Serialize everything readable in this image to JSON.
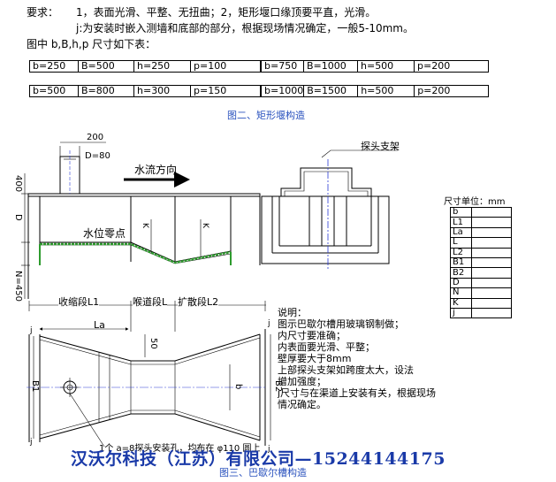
{
  "requirements": {
    "label": "要求：",
    "line1": "1，表面光滑、平整、无扭曲；2，矩形堰口缘顶要平直，光滑。",
    "line2": "j:为安装时嵌入测墙和底部的部分，根据现场情况确定，一般5-10mm。",
    "dims_intro": "图中 b,B,h,p 尺寸如下表："
  },
  "weir_tables": [
    {
      "rows": [
        [
          "b=250",
          "B=500",
          "h=250",
          "p=100"
        ],
        [
          "b=500",
          "B=800",
          "h=300",
          "p=150"
        ]
      ]
    },
    {
      "rows": [
        [
          "b=750",
          "B=1000",
          "h=500",
          "p=200"
        ],
        [
          "b=1000",
          "B=1500",
          "h=500",
          "p=200"
        ]
      ]
    }
  ],
  "fig2_caption": "图二、矩形堰构造",
  "side_view": {
    "dim_200": "200",
    "dim_D80": "D=80",
    "flow_label": "水流方向",
    "zero_label": "水位零点",
    "dim_400": "400",
    "dim_D": "D",
    "dim_N450": "N=450",
    "k_left": "K",
    "k_right": "K"
  },
  "probe_label": "探头支架",
  "plan_view": {
    "L1": "收缩段L1",
    "L": "喉道段L",
    "L2": "扩散段L2",
    "La": "La",
    "d50": "50",
    "B1": "B1",
    "B2": "B2",
    "b": "b",
    "j_top": "j",
    "j_bottom": "j",
    "j_right_top": "j",
    "j_right_bottom": "j",
    "hole_note": "1个 a=8探头安装孔，均布在 φ110 圆上"
  },
  "notes": {
    "title": "说明：",
    "lines": [
      "图示巴歇尔槽用玻璃钢制做；",
      "内尺寸要准确；",
      "内表面要光滑、平整；",
      "壁厚要大于8mm",
      "上部探头支架如跨度太大，设法",
      "增加强度；",
      "j尺寸与在渠道上安装有关，根据现场",
      "情况确定。"
    ]
  },
  "dimension_table": {
    "title": "尺寸单位：mm",
    "keys": [
      "b",
      "L1",
      "La",
      "L",
      "L2",
      "B1",
      "B2",
      "D",
      "N",
      "K",
      "j"
    ]
  },
  "fig3_caption": "图三、巴歇尔槽构造",
  "banner": "汉沃尔科技（江苏）有限公司—15244144175",
  "colors": {
    "caption": "#2a52be",
    "banner": "#1a3aa8",
    "water_line": "#2e9b2e",
    "center_line": "#2a3bd6"
  }
}
